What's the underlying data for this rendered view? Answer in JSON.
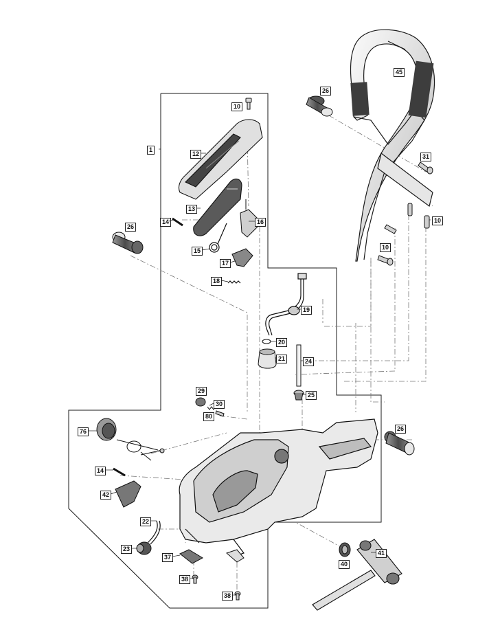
{
  "diagram": {
    "type": "exploded-parts-view",
    "parts": [
      {
        "id": "p45",
        "number": "45",
        "name": "handle-bar"
      },
      {
        "id": "p26a",
        "number": "26",
        "name": "vibration-damper"
      },
      {
        "id": "p10a",
        "number": "10",
        "name": "screw"
      },
      {
        "id": "p1",
        "number": "1",
        "name": "frame-group"
      },
      {
        "id": "p12",
        "number": "12",
        "name": "top-cover"
      },
      {
        "id": "p31",
        "number": "31",
        "name": "screw"
      },
      {
        "id": "p13",
        "number": "13",
        "name": "throttle-lever"
      },
      {
        "id": "p14a",
        "number": "14",
        "name": "pin"
      },
      {
        "id": "p16",
        "number": "16",
        "name": "throttle-lock"
      },
      {
        "id": "p10b",
        "number": "10",
        "name": "screw"
      },
      {
        "id": "p26b",
        "number": "26",
        "name": "vibration-damper"
      },
      {
        "id": "p15",
        "number": "15",
        "name": "spring"
      },
      {
        "id": "p10c",
        "number": "10",
        "name": "screw"
      },
      {
        "id": "p17",
        "number": "17",
        "name": "choke-lever"
      },
      {
        "id": "p18",
        "number": "18",
        "name": "spring"
      },
      {
        "id": "p19",
        "number": "19",
        "name": "fuel-hose"
      },
      {
        "id": "p20",
        "number": "20",
        "name": "clip"
      },
      {
        "id": "p21",
        "number": "21",
        "name": "fuel-filter"
      },
      {
        "id": "p24",
        "number": "24",
        "name": "hose"
      },
      {
        "id": "p25",
        "number": "25",
        "name": "grommet"
      },
      {
        "id": "p29",
        "number": "29",
        "name": "bushing"
      },
      {
        "id": "p30",
        "number": "30",
        "name": "valve"
      },
      {
        "id": "p80",
        "number": "80",
        "name": "spring"
      },
      {
        "id": "p76",
        "number": "76",
        "name": "fuel-cap"
      },
      {
        "id": "p26c",
        "number": "26",
        "name": "vibration-damper"
      },
      {
        "id": "p14b",
        "number": "14",
        "name": "pin"
      },
      {
        "id": "p42",
        "number": "42",
        "name": "cover"
      },
      {
        "id": "p22",
        "number": "22",
        "name": "hose"
      },
      {
        "id": "p23",
        "number": "23",
        "name": "primer-bulb"
      },
      {
        "id": "p37",
        "number": "37",
        "name": "bracket"
      },
      {
        "id": "p41",
        "number": "41",
        "name": "combination-wrench"
      },
      {
        "id": "p40",
        "number": "40",
        "name": "spark-plug"
      },
      {
        "id": "p38a",
        "number": "38",
        "name": "screw"
      },
      {
        "id": "p38b",
        "number": "38",
        "name": "screw"
      }
    ]
  },
  "colors": {
    "line": "#1a1a1a",
    "fill_light": "#f2f2f2",
    "fill_mid": "#cfcfcf",
    "fill_dark": "#6e6e6e",
    "dash": "#777777"
  }
}
